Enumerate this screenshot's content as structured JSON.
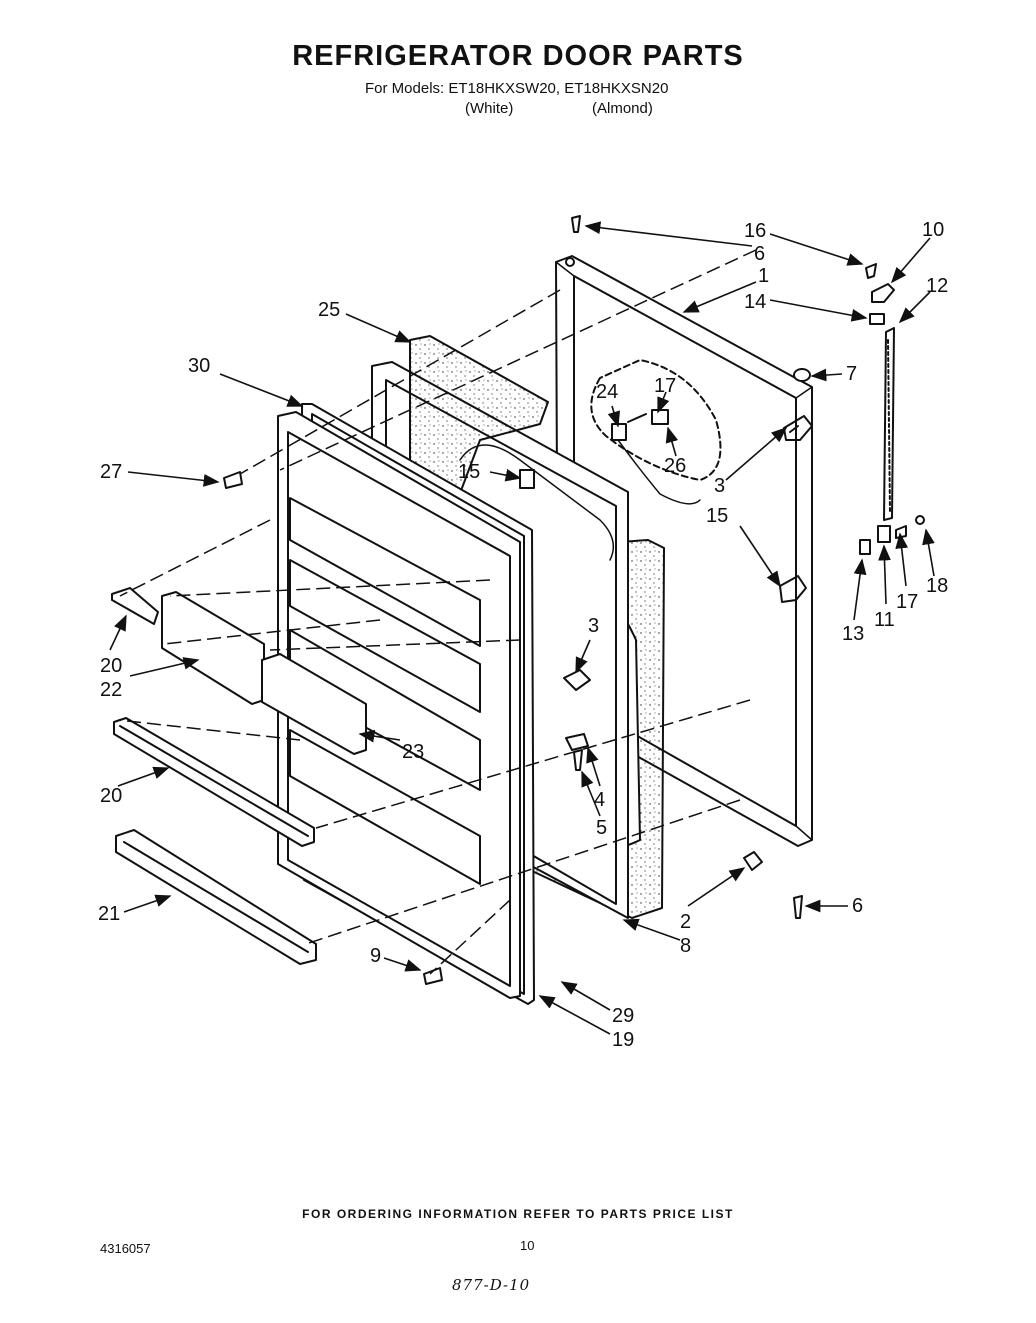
{
  "header": {
    "title": "REFRIGERATOR DOOR PARTS",
    "models_line": "For Models: ET18HKXSW20, ET18HKXSN20",
    "color_white": "(White)",
    "color_almond": "(Almond)"
  },
  "callouts": [
    "16",
    "6",
    "10",
    "1",
    "12",
    "14",
    "25",
    "7",
    "30",
    "24",
    "17",
    "3",
    "26",
    "27",
    "15",
    "15",
    "18",
    "17",
    "11",
    "13",
    "3",
    "20",
    "22",
    "23",
    "4",
    "5",
    "20",
    "6",
    "2",
    "21",
    "8",
    "9",
    "29",
    "19"
  ],
  "footer": {
    "ordering_note": "FOR ORDERING INFORMATION REFER TO PARTS PRICE LIST",
    "part_number": "4316057",
    "page_number": "10",
    "handwritten_note": "877-D-10"
  }
}
